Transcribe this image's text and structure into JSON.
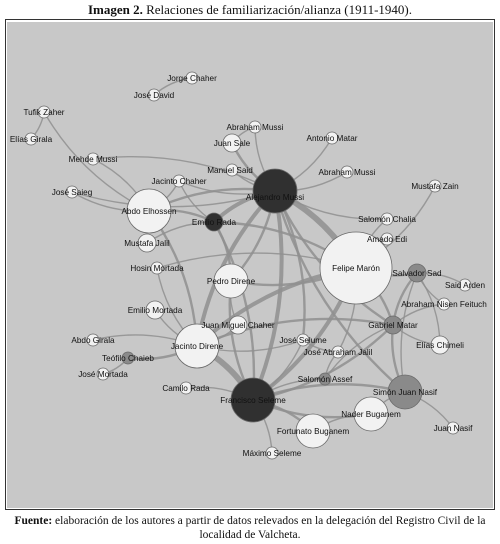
{
  "caption": {
    "label": "Imagen 2.",
    "text": "Relaciones de familiarización/alianza (1911-1940)."
  },
  "source": {
    "label": "Fuente:",
    "text": "elaboración de los autores a partir de datos relevados en la delegación del Registro Civil de la localidad de Valcheta."
  },
  "colors": {
    "panel": "#c8c8c8",
    "edge": "#8f8f8f",
    "hub_dark": "#303030",
    "node_light": "#f2f2f2",
    "node_mid": "#8a8a8a"
  },
  "nodes": [
    {
      "id": "jorge_chaher",
      "label": "Jorge Chaher",
      "size": "tiny",
      "shade": "light"
    },
    {
      "id": "jose_david",
      "label": "José David",
      "size": "tiny",
      "shade": "light"
    },
    {
      "id": "tufik_zaher",
      "label": "Tufik Zaher",
      "size": "tiny",
      "shade": "light"
    },
    {
      "id": "elias_girala",
      "label": "Elías Girala",
      "size": "tiny",
      "shade": "light"
    },
    {
      "id": "mehde_mussi",
      "label": "Mehde Mussi",
      "size": "tiny",
      "shade": "light"
    },
    {
      "id": "jose_saieg",
      "label": "José Saieg",
      "size": "tiny",
      "shade": "light"
    },
    {
      "id": "abraham_mussi_top",
      "label": "Abraham Mussi",
      "size": "tiny",
      "shade": "light"
    },
    {
      "id": "juan_sale",
      "label": "Juan Sale",
      "size": "small",
      "shade": "light"
    },
    {
      "id": "antonio_matar",
      "label": "Antonio Matar",
      "size": "tiny",
      "shade": "light"
    },
    {
      "id": "manuel_said",
      "label": "Manuel Said",
      "size": "tiny",
      "shade": "light"
    },
    {
      "id": "abraham_mussi_right",
      "label": "Abraham Mussi",
      "size": "tiny",
      "shade": "light"
    },
    {
      "id": "jacinto_chaher",
      "label": "Jacinto Chaher",
      "size": "tiny",
      "shade": "light"
    },
    {
      "id": "alejandro_mussi",
      "label": "Alejandro Mussi",
      "size": "large",
      "shade": "dark"
    },
    {
      "id": "mustafa_zain",
      "label": "Mustafa Zain",
      "size": "tiny",
      "shade": "light"
    },
    {
      "id": "abdo_elhossen",
      "label": "Abdo Elhossen",
      "size": "large",
      "shade": "light"
    },
    {
      "id": "emilio_rada",
      "label": "Emilio Rada",
      "size": "small",
      "shade": "dark"
    },
    {
      "id": "salomon_chalia",
      "label": "Salomón Chalia",
      "size": "tiny",
      "shade": "light"
    },
    {
      "id": "amado_edi",
      "label": "Amado Edi",
      "size": "tiny",
      "shade": "light"
    },
    {
      "id": "mustafa_jalil",
      "label": "Mustafa Jalil",
      "size": "small",
      "shade": "light"
    },
    {
      "id": "felipe_maron",
      "label": "Felipe Marón",
      "size": "xlarge",
      "shade": "light"
    },
    {
      "id": "salvador_sad",
      "label": "Salvador Sad",
      "size": "small",
      "shade": "mid"
    },
    {
      "id": "said_arden",
      "label": "Said Arden",
      "size": "tiny",
      "shade": "light"
    },
    {
      "id": "hosin_mortada",
      "label": "Hosin Mortada",
      "size": "tiny",
      "shade": "light"
    },
    {
      "id": "pedro_direne",
      "label": "Pedro Direne",
      "size": "medium",
      "shade": "light"
    },
    {
      "id": "abraham_nisen",
      "label": "Abraham Nisen Feituch",
      "size": "tiny",
      "shade": "light"
    },
    {
      "id": "emilio_mortada",
      "label": "Emilio Mortada",
      "size": "small",
      "shade": "light"
    },
    {
      "id": "juan_miguel_chaher",
      "label": "Juan Miguel Chaher",
      "size": "small",
      "shade": "light"
    },
    {
      "id": "gabriel_matar",
      "label": "Gabriel Matar",
      "size": "small",
      "shade": "mid"
    },
    {
      "id": "abdo_girala",
      "label": "Abdo Girala",
      "size": "tiny",
      "shade": "light"
    },
    {
      "id": "jacinto_direne",
      "label": "Jacinto Direne",
      "size": "large",
      "shade": "light"
    },
    {
      "id": "jose_selume",
      "label": "José Selume",
      "size": "tiny",
      "shade": "light"
    },
    {
      "id": "elias_chimeli",
      "label": "Elías Chimeli",
      "size": "small",
      "shade": "light"
    },
    {
      "id": "teofilo_chaieb",
      "label": "Teófilo Chaieb",
      "size": "tiny",
      "shade": "mid"
    },
    {
      "id": "jose_abraham_jalil",
      "label": "José Abraham Jalil",
      "size": "tiny",
      "shade": "light"
    },
    {
      "id": "jose_mortada",
      "label": "José Mortada",
      "size": "tiny",
      "shade": "light"
    },
    {
      "id": "salomon_assef",
      "label": "Salomón Assef",
      "size": "tiny",
      "shade": "mid"
    },
    {
      "id": "simon_juan_nasif",
      "label": "Simón Juan Nasif",
      "size": "medium",
      "shade": "mid"
    },
    {
      "id": "camilo_rada",
      "label": "Camilo Rada",
      "size": "tiny",
      "shade": "light"
    },
    {
      "id": "francisco_seleme",
      "label": "Francisco Seleme",
      "size": "large",
      "shade": "dark"
    },
    {
      "id": "nader_buganem",
      "label": "Nader Buganem",
      "size": "medium",
      "shade": "light"
    },
    {
      "id": "juan_nasif",
      "label": "Juan Nasif",
      "size": "tiny",
      "shade": "light"
    },
    {
      "id": "fortunato_buganem",
      "label": "Fortunato Buganem",
      "size": "medium",
      "shade": "light"
    },
    {
      "id": "maximo_seleme",
      "label": "Máximo Seleme",
      "size": "tiny",
      "shade": "light"
    }
  ],
  "edges": [
    [
      "alejandro_mussi",
      "felipe_maron",
      4
    ],
    [
      "alejandro_mussi",
      "jacinto_direne",
      3
    ],
    [
      "alejandro_mussi",
      "francisco_seleme",
      3
    ],
    [
      "alejandro_mussi",
      "abdo_elhossen",
      2
    ],
    [
      "alejandro_mussi",
      "juan_sale",
      2
    ],
    [
      "alejandro_mussi",
      "emilio_rada",
      3
    ],
    [
      "alejandro_mussi",
      "abraham_mussi_top",
      1
    ],
    [
      "alejandro_mussi",
      "antonio_matar",
      1
    ],
    [
      "alejandro_mussi",
      "manuel_said",
      1
    ],
    [
      "alejandro_mussi",
      "abraham_mussi_right",
      1
    ],
    [
      "alejandro_mussi",
      "jacinto_chaher",
      1
    ],
    [
      "alejandro_mussi",
      "salomon_chalia",
      1
    ],
    [
      "alejandro_mussi",
      "pedro_direne",
      2
    ],
    [
      "alejandro_mussi",
      "gabriel_matar",
      2
    ],
    [
      "alejandro_mussi",
      "jose_selume",
      2
    ],
    [
      "alejandro_mussi",
      "simon_juan_nasif",
      2
    ],
    [
      "alejandro_mussi",
      "jose_saieg",
      1
    ],
    [
      "alejandro_mussi",
      "mehde_mussi",
      1
    ],
    [
      "felipe_maron",
      "francisco_seleme",
      3
    ],
    [
      "felipe_maron",
      "jacinto_direne",
      3
    ],
    [
      "felipe_maron",
      "pedro_direne",
      2
    ],
    [
      "felipe_maron",
      "emilio_rada",
      2
    ],
    [
      "felipe_maron",
      "gabriel_matar",
      2
    ],
    [
      "felipe_maron",
      "salvador_sad",
      2
    ],
    [
      "felipe_maron",
      "amado_edi",
      1
    ],
    [
      "felipe_maron",
      "mustafa_zain",
      1
    ],
    [
      "felipe_maron",
      "jose_abraham_jalil",
      1
    ],
    [
      "felipe_maron",
      "hosin_mortada",
      1
    ],
    [
      "felipe_maron",
      "salomon_chalia",
      1
    ],
    [
      "francisco_seleme",
      "jacinto_direne",
      4
    ],
    [
      "francisco_seleme",
      "fortunato_buganem",
      2
    ],
    [
      "francisco_seleme",
      "nader_buganem",
      2
    ],
    [
      "francisco_seleme",
      "maximo_seleme",
      1
    ],
    [
      "francisco_seleme",
      "camilo_rada",
      1
    ],
    [
      "francisco_seleme",
      "simon_juan_nasif",
      2
    ],
    [
      "francisco_seleme",
      "gabriel_matar",
      2
    ],
    [
      "francisco_seleme",
      "salomon_assef",
      1
    ],
    [
      "francisco_seleme",
      "jose_selume",
      1
    ],
    [
      "francisco_seleme",
      "pedro_direne",
      2
    ],
    [
      "francisco_seleme",
      "emilio_rada",
      2
    ],
    [
      "jacinto_direne",
      "teofilo_chaieb",
      2
    ],
    [
      "jacinto_direne",
      "abdo_girala",
      1
    ],
    [
      "jacinto_direne",
      "emilio_mortada",
      1
    ],
    [
      "jacinto_direne",
      "juan_miguel_chaher",
      1
    ],
    [
      "jacinto_direne",
      "hosin_mortada",
      1
    ],
    [
      "jacinto_direne",
      "abdo_elhossen",
      2
    ],
    [
      "jacinto_direne",
      "gabriel_matar",
      2
    ],
    [
      "jacinto_direne",
      "jose_selume",
      1
    ],
    [
      "teofilo_chaieb",
      "jose_mortada",
      1
    ],
    [
      "emilio_rada",
      "abdo_elhossen",
      2
    ],
    [
      "emilio_rada",
      "pedro_direne",
      2
    ],
    [
      "emilio_rada",
      "mustafa_jalil",
      1
    ],
    [
      "emilio_rada",
      "jacinto_chaher",
      1
    ],
    [
      "gabriel_matar",
      "simon_juan_nasif",
      2
    ],
    [
      "gabriel_matar",
      "salvador_sad",
      2
    ],
    [
      "gabriel_matar",
      "elias_chimeli",
      1
    ],
    [
      "gabriel_matar",
      "abraham_nisen",
      1
    ],
    [
      "gabriel_matar",
      "salomon_assef",
      1
    ],
    [
      "salvador_sad",
      "said_arden",
      1
    ],
    [
      "salvador_sad",
      "abraham_nisen",
      1
    ],
    [
      "salvador_sad",
      "elias_chimeli",
      1
    ],
    [
      "salvador_sad",
      "simon_juan_nasif",
      1
    ],
    [
      "simon_juan_nasif",
      "juan_nasif",
      1
    ],
    [
      "simon_juan_nasif",
      "nader_buganem",
      1
    ],
    [
      "abdo_elhossen",
      "jose_saieg",
      1
    ],
    [
      "abdo_elhossen",
      "mehde_mussi",
      1
    ],
    [
      "abdo_elhossen",
      "tufik_zaher",
      1
    ],
    [
      "abdo_elhossen",
      "jacinto_chaher",
      1
    ],
    [
      "tufik_zaher",
      "elias_girala",
      1
    ],
    [
      "jorge_chaher",
      "jose_david",
      1
    ],
    [
      "juan_sale",
      "abraham_mussi_top",
      1
    ],
    [
      "pedro_direne",
      "juan_miguel_chaher",
      1
    ],
    [
      "fortunato_buganem",
      "nader_buganem",
      1
    ],
    [
      "jose_abraham_jalil",
      "salomon_assef",
      1
    ],
    [
      "jose_abraham_jalil",
      "jose_selume",
      1
    ]
  ]
}
